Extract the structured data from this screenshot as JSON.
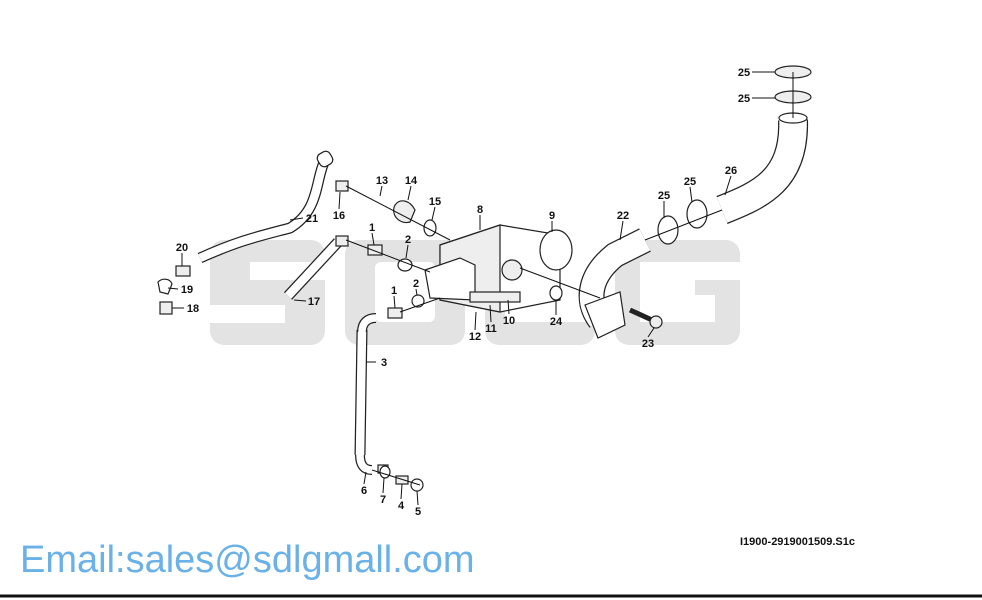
{
  "watermark": {
    "brand": "SDLG",
    "email": "Email:sales@sdlgmall.com"
  },
  "drawing_code": "I1900-2919001509.S1c",
  "callouts": [
    "25",
    "25",
    "26",
    "25",
    "25",
    "22",
    "9",
    "8",
    "13",
    "14",
    "15",
    "16",
    "21",
    "1",
    "2",
    "20",
    "19",
    "18",
    "17",
    "1",
    "2",
    "12",
    "11",
    "10",
    "24",
    "23",
    "3",
    "6",
    "7",
    "4",
    "5"
  ],
  "colors": {
    "watermark_text": "#5aa9e6",
    "watermark_logo": "#e3e3e3",
    "line": "#111111"
  }
}
